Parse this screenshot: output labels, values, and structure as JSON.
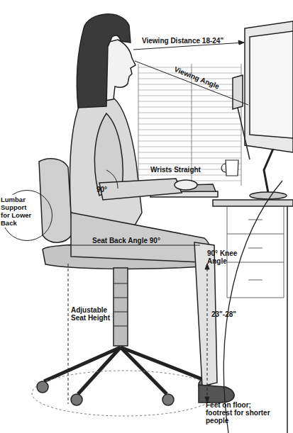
{
  "diagram": {
    "nodes": [
      {
        "text": [
          "Lumbar Support for Lower Back"
        ]
      }
    ],
    "labels": [
      "Viewing Distance 18-24\"",
      "Viewing Angle",
      "Wrists Straight",
      "90°",
      "Seat Back Angle 90°",
      "90° Knee Angle",
      "Adjustable Seat Height",
      "23\"-28\"",
      "Feet on floor; footrest for shorter people"
    ]
  }
}
